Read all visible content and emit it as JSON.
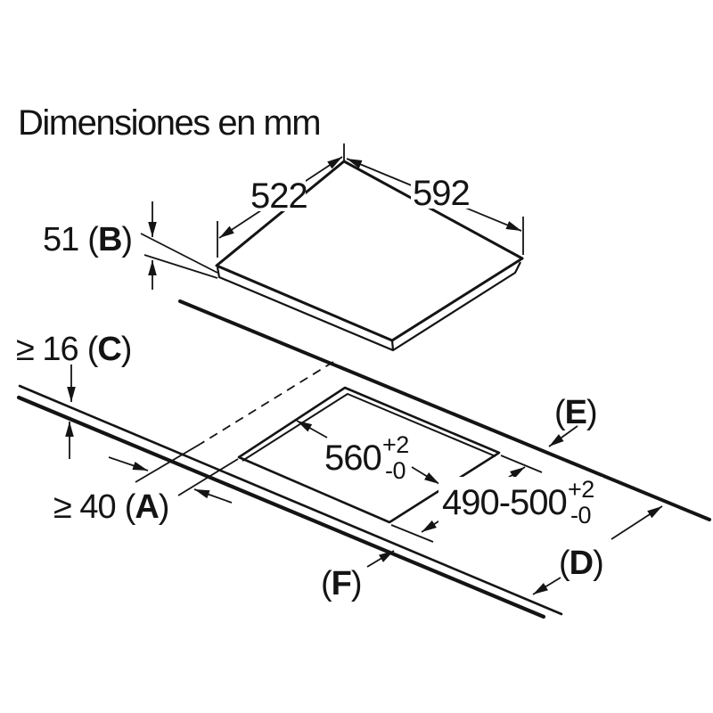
{
  "title": "Dimensiones en mm",
  "cooktop": {
    "depth_mm": "522",
    "width_mm": "592",
    "height": {
      "value": "51",
      "open": "(",
      "letter": "B",
      "close": ")"
    }
  },
  "worktop": {
    "thickness": {
      "value": "≥ 16",
      "open": "(",
      "letter": "C",
      "close": ")"
    },
    "side_clearance": {
      "value": "≥ 40",
      "open": "(",
      "letter": "A",
      "close": ")"
    },
    "rear_edge_label": {
      "open": "(",
      "letter": "E",
      "close": ")"
    },
    "depth_label": {
      "open": "(",
      "letter": "D",
      "close": ")"
    },
    "front_edge_label": {
      "open": "(",
      "letter": "F",
      "close": ")"
    }
  },
  "cutout": {
    "width": {
      "value": "560",
      "tol_plus": "+2",
      "tol_minus": "-0"
    },
    "depth": {
      "value": "490-500",
      "tol_plus": "+2",
      "tol_minus": "-0"
    }
  }
}
